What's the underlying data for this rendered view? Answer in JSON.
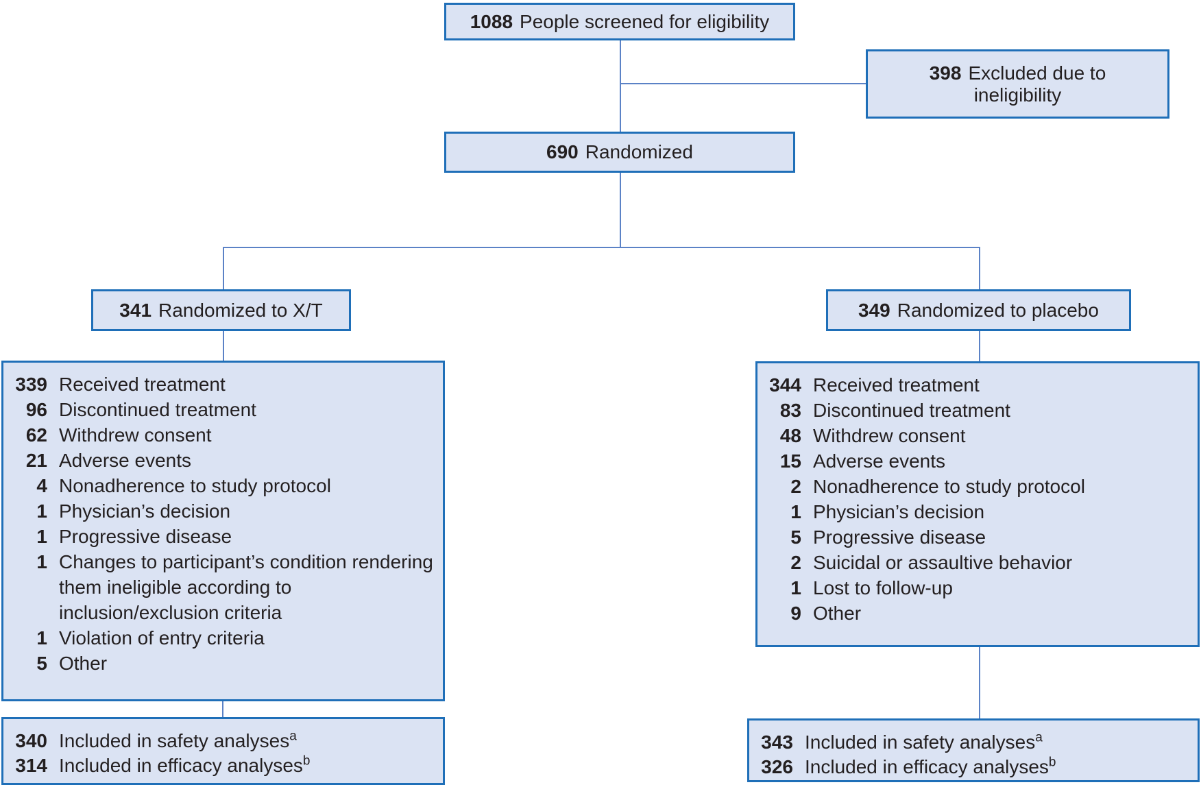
{
  "figure": {
    "colors": {
      "box_fill": "#dbe3f3",
      "box_border": "#1f6fb8",
      "connector": "#5b82c6",
      "text": "#231f20"
    },
    "screened": {
      "n": "1088",
      "label": "People screened for eligibility"
    },
    "excluded": {
      "n": "398",
      "label": "Excluded due to ineligibility"
    },
    "randomized": {
      "n": "690",
      "label": "Randomized"
    },
    "arms": {
      "xt": {
        "n": "341",
        "label": "Randomized to X/T"
      },
      "placebo": {
        "n": "349",
        "label": "Randomized to placebo"
      }
    },
    "xt_disposition": {
      "items": [
        {
          "n": "339",
          "label": "Received treatment"
        },
        {
          "n": "96",
          "label": "Discontinued treatment"
        },
        {
          "n": "62",
          "label": "Withdrew consent"
        },
        {
          "n": "21",
          "label": "Adverse events"
        },
        {
          "n": "4",
          "label": "Nonadherence to study protocol"
        },
        {
          "n": "1",
          "label": "Physician’s decision"
        },
        {
          "n": "1",
          "label": "Progressive disease"
        },
        {
          "n": "1",
          "label": "Changes to participant’s condition rendering them ineligible according to inclusion/exclusion criteria"
        },
        {
          "n": "1",
          "label": "Violation of entry criteria"
        },
        {
          "n": "5",
          "label": "Other"
        }
      ]
    },
    "placebo_disposition": {
      "items": [
        {
          "n": "344",
          "label": "Received treatment"
        },
        {
          "n": "83",
          "label": "Discontinued treatment"
        },
        {
          "n": "48",
          "label": "Withdrew consent"
        },
        {
          "n": "15",
          "label": "Adverse events"
        },
        {
          "n": "2",
          "label": "Nonadherence to study protocol"
        },
        {
          "n": "1",
          "label": "Physician’s decision"
        },
        {
          "n": "5",
          "label": "Progressive disease"
        },
        {
          "n": "2",
          "label": "Suicidal or assaultive behavior"
        },
        {
          "n": "1",
          "label": "Lost to follow-up"
        },
        {
          "n": "9",
          "label": "Other"
        }
      ]
    },
    "xt_analyses": {
      "items": [
        {
          "n": "340",
          "label": "Included in safety analyses",
          "sup": "a"
        },
        {
          "n": "314",
          "label": "Included in efficacy analyses",
          "sup": "b"
        }
      ]
    },
    "placebo_analyses": {
      "items": [
        {
          "n": "343",
          "label": "Included in safety analyses",
          "sup": "a"
        },
        {
          "n": "326",
          "label": "Included in efficacy analyses",
          "sup": "b"
        }
      ]
    }
  }
}
